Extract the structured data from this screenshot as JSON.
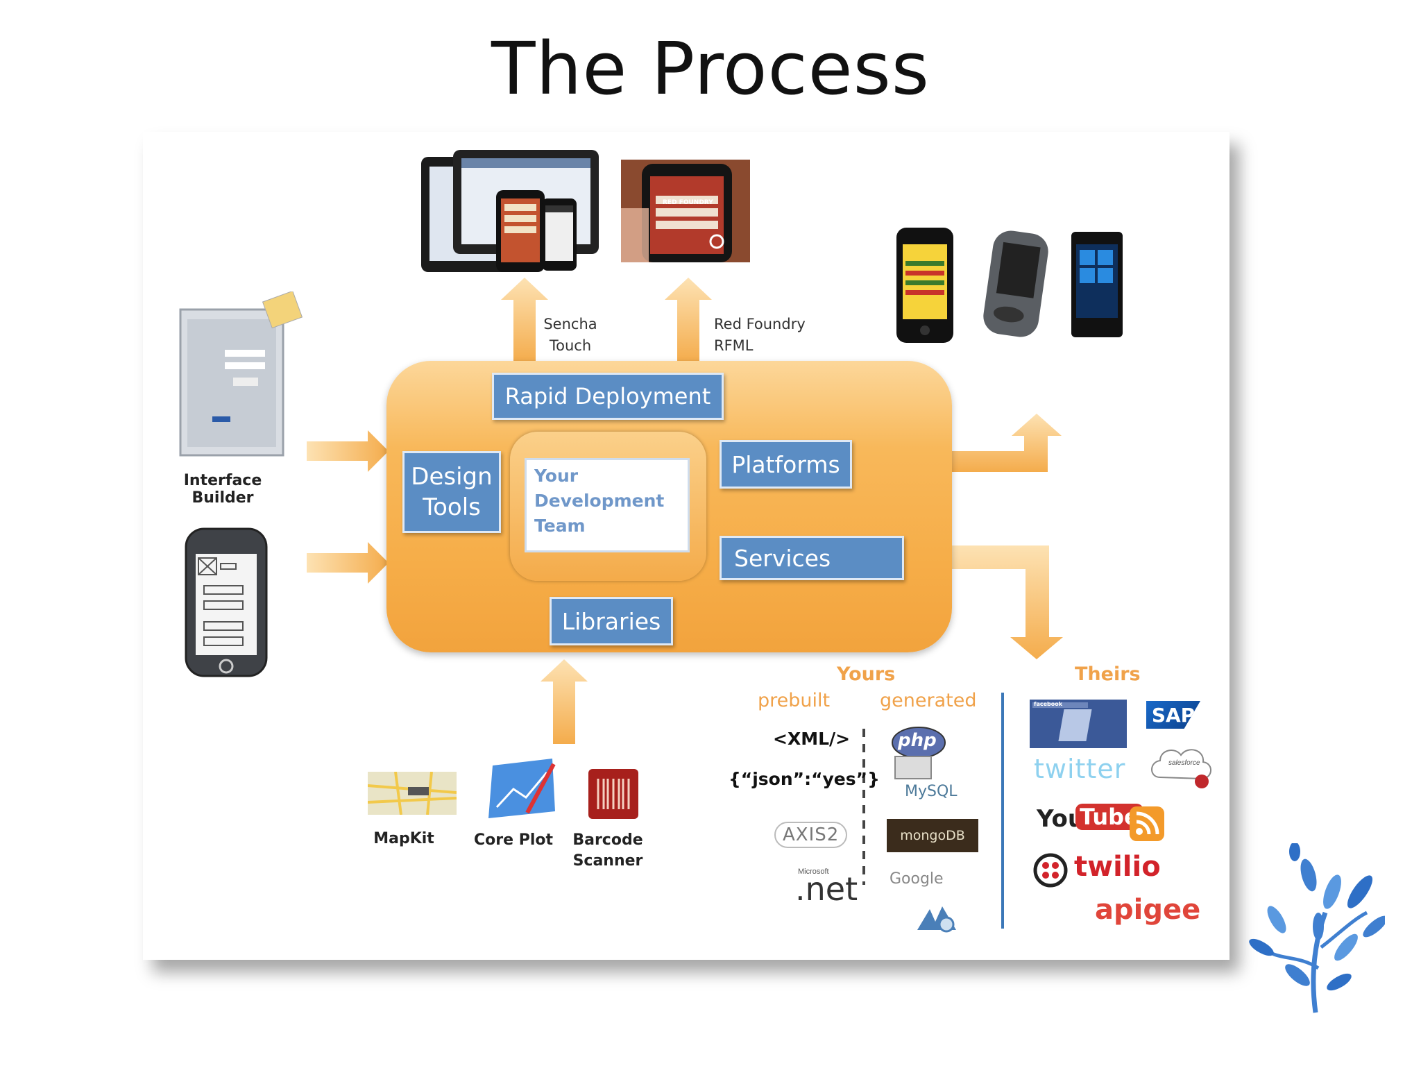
{
  "slide": {
    "title": "The Process"
  },
  "hub": {
    "rapid_deployment": "Rapid Deployment",
    "design_tools": "Design\nTools",
    "team": "Your\nDevelopment\nTeam",
    "platforms": "Platforms",
    "services": "Services",
    "libraries": "Libraries"
  },
  "deployment": {
    "sencha": "Sencha\nTouch",
    "red_foundry": "Red Foundry\nRFML",
    "red_foundry_logo": "RED FOUNDRY"
  },
  "inputs": {
    "interface_builder": "Interface Builder"
  },
  "libraries": {
    "mapkit": "MapKit",
    "core_plot": "Core Plot",
    "barcode_scanner": "Barcode\nScanner"
  },
  "services": {
    "yours": "Yours",
    "prebuilt": "prebuilt",
    "generated": "generated",
    "theirs": "Theirs",
    "prebuilt_items": [
      "<XML/>",
      "{“json”:“yes”}"
    ],
    "logos": {
      "axis": "AXIS2",
      "microsoft": "Microsoft",
      "dotnet": ".net",
      "php": "php",
      "mysql": "MySQL",
      "mongodb": "mongoDB",
      "google": "Google",
      "sap": "SAP",
      "twitter": "twitter",
      "salesforce": "salesforce",
      "youtube_you": "You",
      "youtube_tube": "Tube",
      "twilio": "twilio",
      "apigee": "apigee",
      "facebook": "facebook"
    }
  },
  "colors": {
    "hub_orange": "#f6ad48",
    "label_blue": "#5b8dc4",
    "heading_orange": "#f0a24a",
    "tree_blue": "#3f7fd0"
  },
  "icons": [
    "arrow-icon",
    "tablet-icon",
    "phone-icon",
    "rss-icon",
    "tree-logo-icon"
  ]
}
